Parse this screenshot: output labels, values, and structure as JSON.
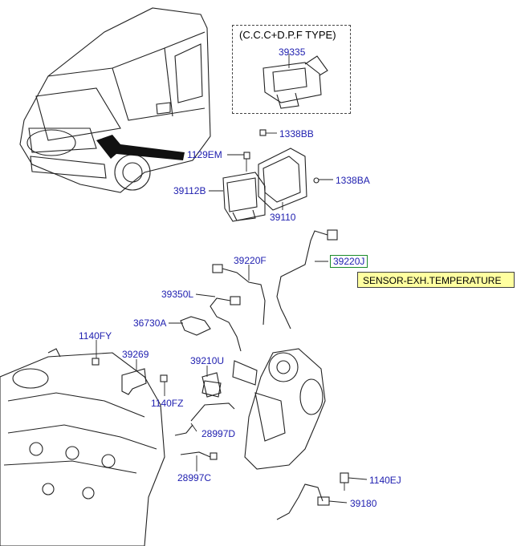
{
  "variant_box": {
    "title": "(C.C.C+D.P.F TYPE)",
    "part": "39335"
  },
  "labels": {
    "p1338BB": "1338BB",
    "p1129EM": "1129EM",
    "p1338BA": "1338BA",
    "p39112B": "39112B",
    "p39110": "39110",
    "p39220J": "39220J",
    "p39220F": "39220F",
    "p39350L": "39350L",
    "p36730A": "36730A",
    "p1140FY": "1140FY",
    "p39269": "39269",
    "p39210U": "39210U",
    "p1140FZ": "1140FZ",
    "p28997D": "28997D",
    "p28997C": "28997C",
    "p1140EJ": "1140EJ",
    "p39180": "39180"
  },
  "tooltip": {
    "text": "SENSOR-EXH.TEMPERATURE"
  },
  "colors": {
    "label": "#2020b0",
    "selected_border": "#1a8a2a",
    "tooltip_bg": "#ffffa0"
  }
}
